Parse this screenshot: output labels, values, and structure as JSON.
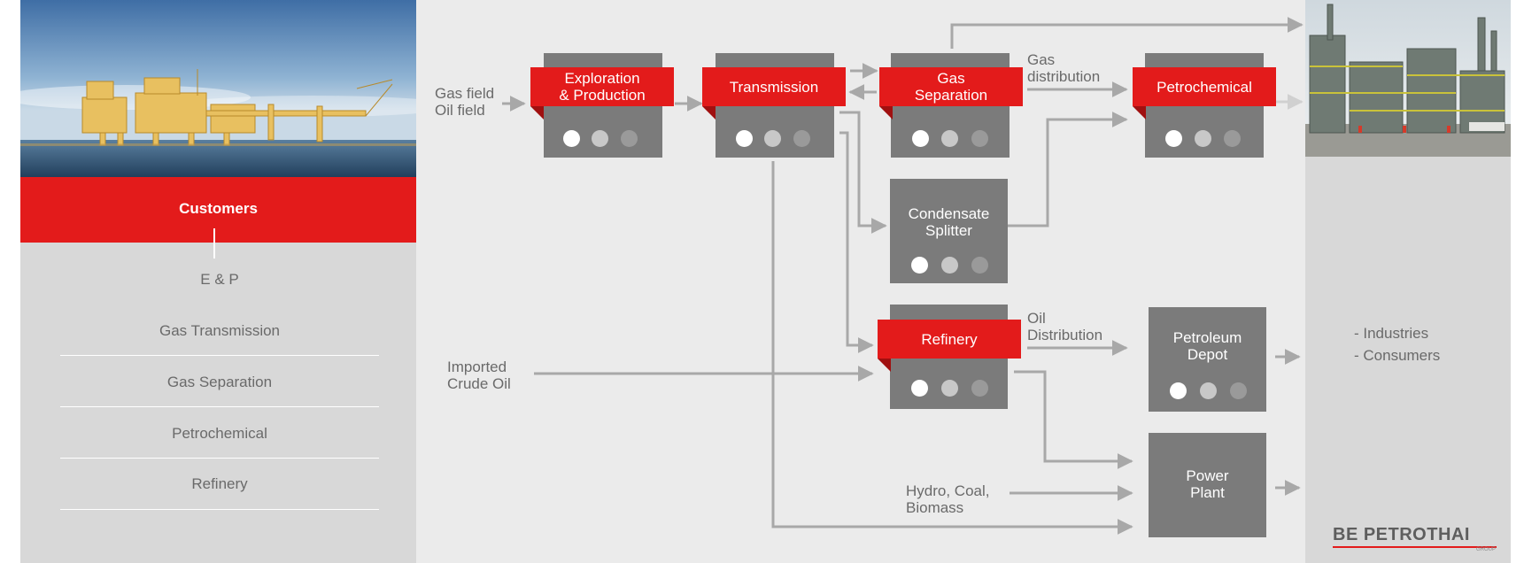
{
  "left_panel": {
    "customers_title": "Customers",
    "items": [
      "E & P",
      "Gas Transmission",
      "Gas Separation",
      "Petrochemical",
      "Refinery"
    ]
  },
  "inputs": {
    "gas_field": "Gas field",
    "oil_field": "Oil field",
    "imported_line1": "Imported",
    "imported_line2": "Crude Oil",
    "hydro_line1": "Hydro, Coal,",
    "hydro_line2": "Biomass"
  },
  "flow_labels": {
    "gas_dist_line1": "Gas",
    "gas_dist_line2": "distribution",
    "oil_dist_line1": "Oil",
    "oil_dist_line2": "Distribution"
  },
  "stages": {
    "exploration": {
      "line1": "Exploration",
      "line2": "& Production"
    },
    "transmission": {
      "line1": "Transmission"
    },
    "gas_separation": {
      "line1": "Gas",
      "line2": "Separation"
    },
    "petrochemical": {
      "line1": "Petrochemical"
    },
    "condensate": {
      "line1": "Condensate",
      "line2": "Splitter"
    },
    "refinery": {
      "line1": "Refinery"
    },
    "petroleum_depot": {
      "line1": "Petroleum",
      "line2": "Depot"
    },
    "power_plant": {
      "line1": "Power",
      "line2": "Plant"
    }
  },
  "end_users": {
    "industries": "- Industries",
    "consumers": "- Consumers"
  },
  "logo": {
    "text": "BE PETROTHAI",
    "sub": "GROUP"
  },
  "colors": {
    "red": "#e31b1b",
    "box_gray": "#7b7b7b",
    "panel_gray": "#d8d8d8",
    "main_bg": "#ebebeb",
    "arrow_gray": "#a8a8a8",
    "text_gray": "#6a6a6a"
  }
}
